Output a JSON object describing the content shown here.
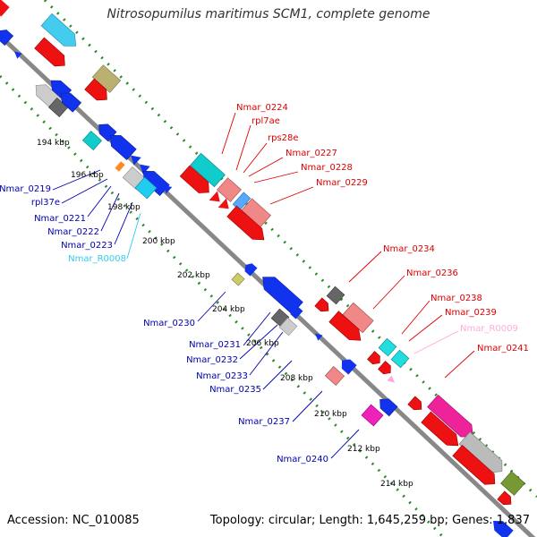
{
  "title": "Nitrosopumilus maritimus SCM1, complete genome",
  "footer": {
    "accession": "Accession: NC_010085",
    "summary": "Topology: circular; Length: 1,645,259 bp; Genes: 1,837"
  },
  "colors": {
    "backbone": "#888888",
    "ticks": "#2a8a2a",
    "forward_label": "#dd0000",
    "reverse_label": "#0000aa",
    "rna_reverse_label": "#33ccee",
    "rna_forward_label": "#ffaadd"
  },
  "kbp_labels": [
    "194 kbp",
    "196 kbp",
    "198 kbp",
    "200 kbp",
    "202 kbp",
    "204 kbp",
    "206 kbp",
    "208 kbp",
    "210 kbp",
    "212 kbp",
    "214 kbp"
  ],
  "forward_labels": [
    "Nmar_0224",
    "rpl7ae",
    "rps28e",
    "Nmar_0227",
    "Nmar_0228",
    "Nmar_0229",
    "Nmar_0234",
    "Nmar_0236",
    "Nmar_0238",
    "Nmar_0239",
    "Nmar_R0009",
    "Nmar_0241"
  ],
  "reverse_labels": [
    "Nmar_0219",
    "rpl37e",
    "Nmar_0221",
    "Nmar_0222",
    "Nmar_0223",
    "Nmar_R0008",
    "Nmar_0230",
    "Nmar_0231",
    "Nmar_0232",
    "Nmar_0233",
    "Nmar_0235",
    "Nmar_0237",
    "Nmar_0240"
  ]
}
